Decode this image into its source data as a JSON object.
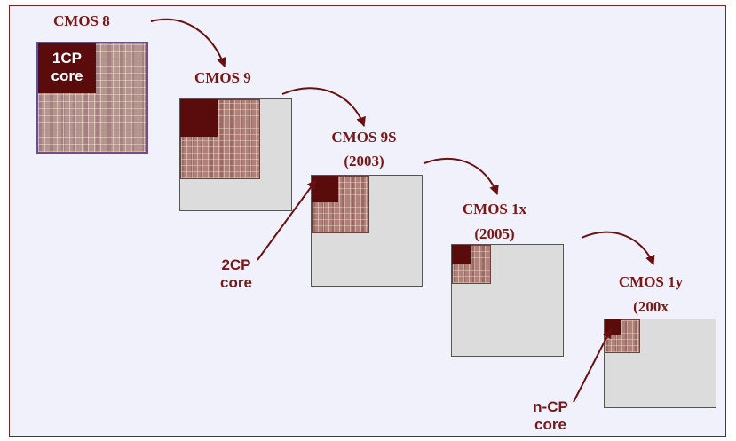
{
  "stages": [
    {
      "name": "CMOS 8",
      "year": ""
    },
    {
      "name": "CMOS 9",
      "year": ""
    },
    {
      "name": "CMOS 9S",
      "year": "(2003)"
    },
    {
      "name": "CMOS 1x",
      "year": "(2005)"
    },
    {
      "name": "CMOS 1y",
      "year": "(200x"
    }
  ],
  "callouts": {
    "core_1cp": [
      "1CP",
      "core"
    ],
    "core_2cp": [
      "2CP",
      "core"
    ],
    "core_ncp": [
      "n-CP",
      "core"
    ]
  },
  "colors": {
    "label": "#7a1818",
    "core": "#5a0b0b",
    "die_texture": "#b07f79",
    "chip_background": "#dcdcdc",
    "frame_background": "#f1f1fc",
    "frame_border": "#6a2a2a"
  }
}
